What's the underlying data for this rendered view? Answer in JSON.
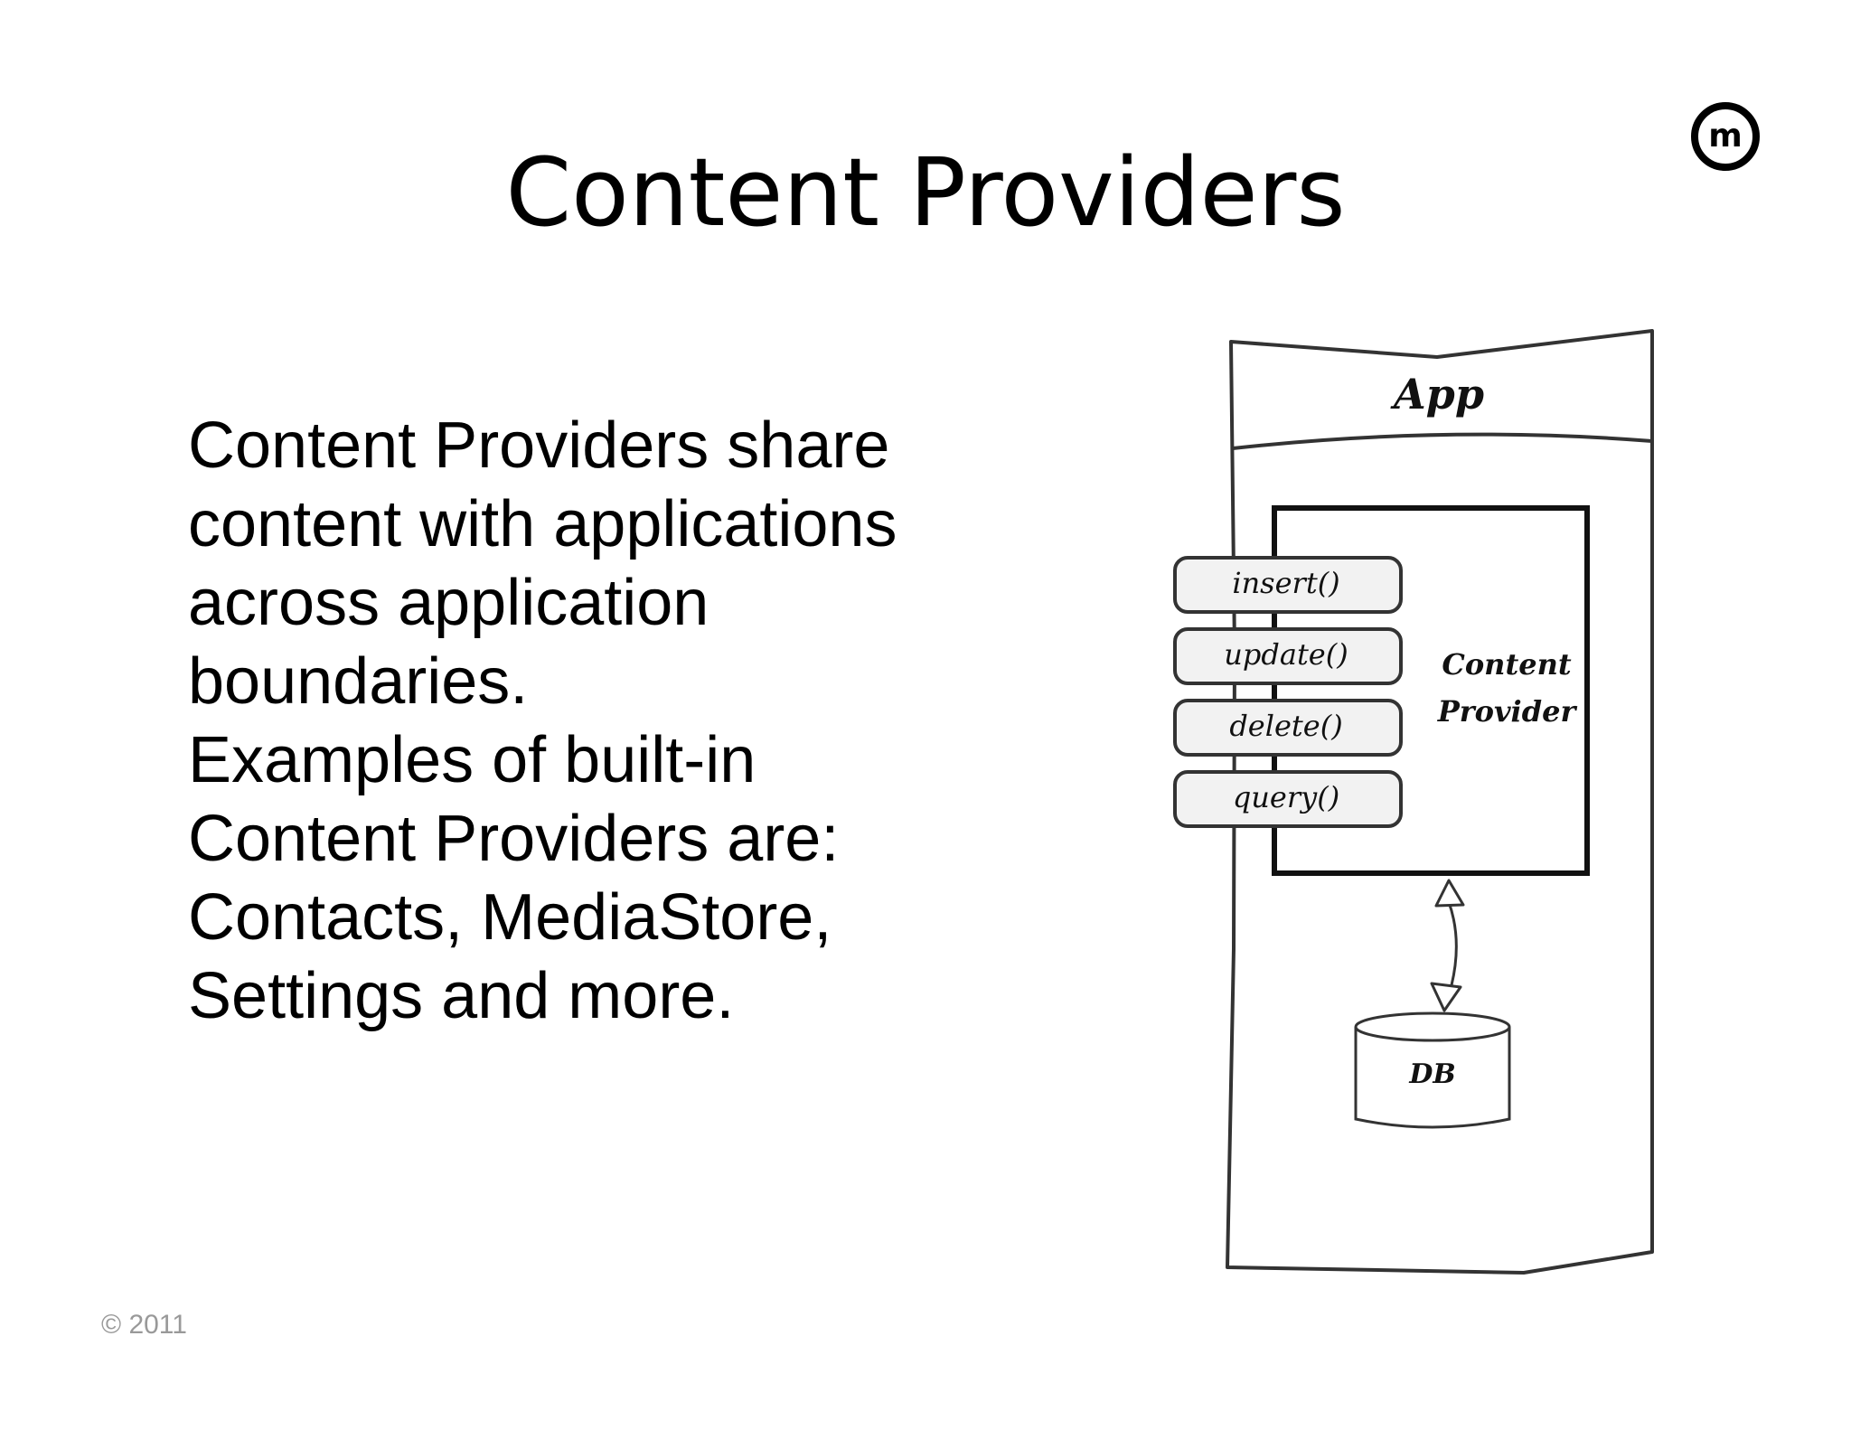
{
  "slide": {
    "title": "Content Providers",
    "body_lines": [
      "Content Providers share",
      "content with applications",
      "across application",
      "boundaries.",
      "Examples of built-in",
      "Content Providers are:",
      "Contacts, MediaStore,",
      "Settings and more."
    ],
    "copyright": "© 2011",
    "logo_letter": "m"
  },
  "diagram": {
    "app_label": "App",
    "provider_label_lines": [
      "Content",
      "Provider"
    ],
    "methods": [
      "insert()",
      "update()",
      "delete()",
      "query()"
    ],
    "db_label": "DB"
  },
  "colors": {
    "text": "#000000",
    "copyright": "#999999",
    "diagram_stroke": "#333333",
    "method_fill": "#f2f2f2"
  },
  "icons": {
    "logo": "m-circle-logo-icon",
    "arrow": "double-headed-arrow-icon",
    "database": "cylinder-database-icon"
  }
}
